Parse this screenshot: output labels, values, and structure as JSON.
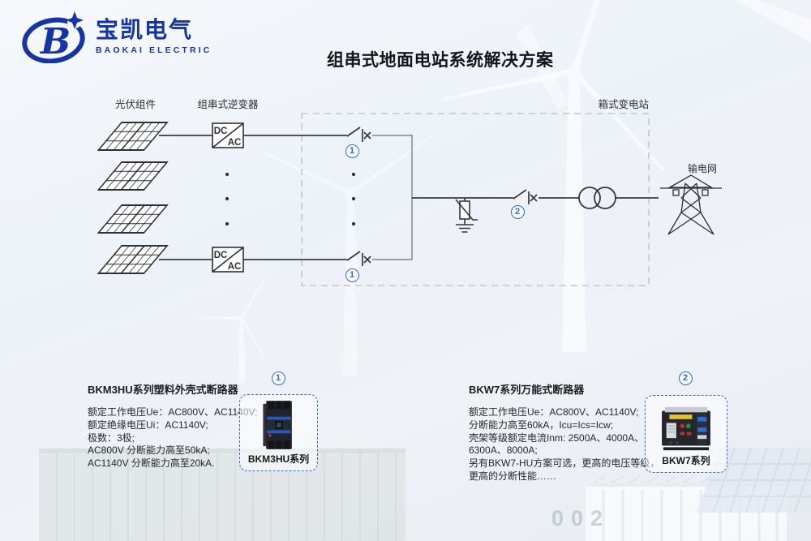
{
  "brand": {
    "name_cn": "宝凯电气",
    "name_en": "BAOKAI ELECTRIC"
  },
  "title": "组串式地面电站系统解决方案",
  "diagram": {
    "labels": {
      "pv_modules": "光伏组件",
      "string_inverter": "组串式逆变器",
      "box_substation": "箱式变电站",
      "power_grid": "输电网"
    },
    "inverter": {
      "dc": "DC",
      "ac": "AC"
    },
    "markers": {
      "one": "1",
      "two": "2"
    }
  },
  "products": [
    {
      "marker": "1",
      "heading": "BKM3HU系列塑料外壳式断路器",
      "specs": [
        "额定工作电压Ue：AC800V、AC1140V;",
        "额定绝缘电压Ui：AC1140V;",
        "极数：3极;",
        "AC800V 分断能力高至50kA;",
        "AC1140V 分断能力高至20kA."
      ],
      "card_label": "BKM3HU系列"
    },
    {
      "marker": "2",
      "heading": "BKW7系列万能式断路器",
      "specs": [
        "额定工作电压Ue：AC800V、AC1140V;",
        "分断能力高至60kA，Icu=Ics=Icw;",
        "壳架等级额定电流Inm: 2500A、4000A、",
        "6300A、8000A;",
        "另有BKW7-HU方案可选，更高的电压等级，",
        "更高的分断性能……"
      ],
      "card_label": "BKW7系列"
    }
  ],
  "background": {
    "container_code": "002"
  },
  "colors": {
    "brand_blue": "#1535a6",
    "accent_blue": "#2e6bd5",
    "line_dark": "#3a3e43",
    "line_gray": "#8f969d",
    "dashed_box": "#bdc8d5"
  }
}
